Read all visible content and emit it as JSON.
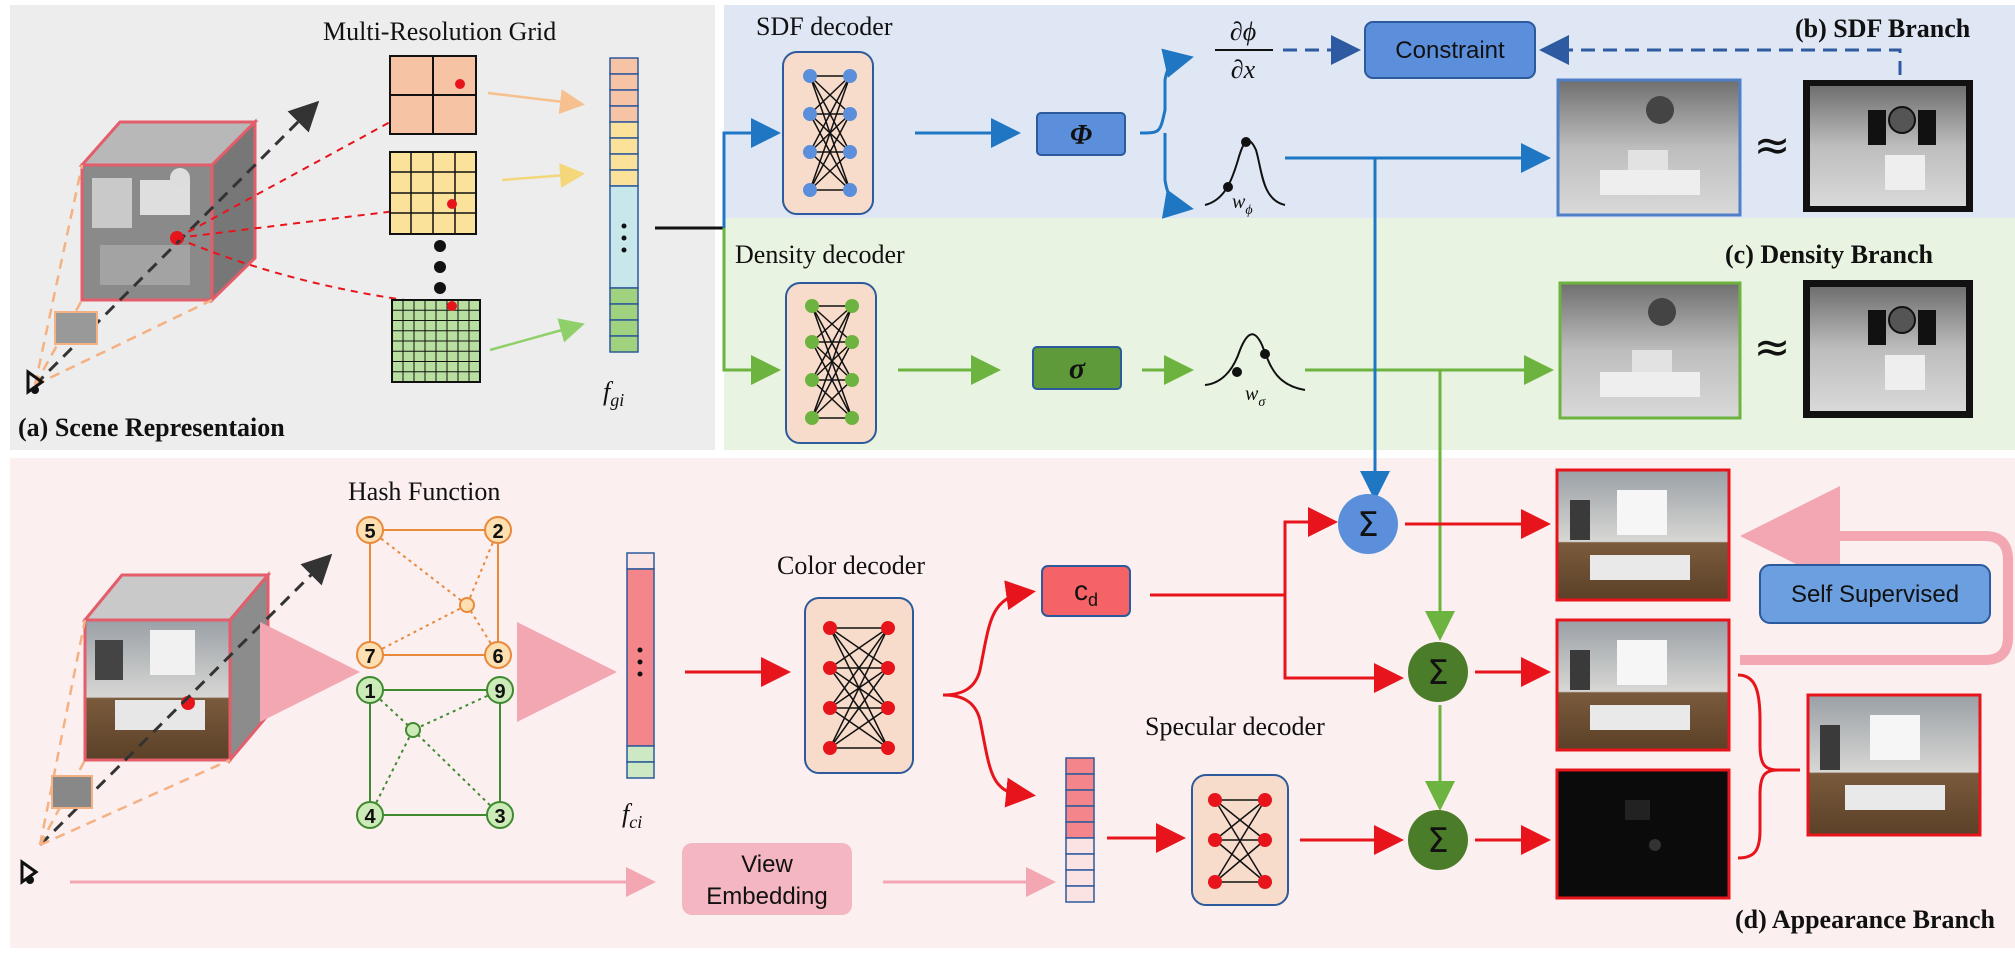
{
  "scene": {
    "grid_title": "Multi-Resolution Grid",
    "caption": "(a) Scene Representaion",
    "feature_label": "f",
    "feature_sub": "gi"
  },
  "sdf": {
    "decoder_label": "SDF decoder",
    "phi": "Φ",
    "grad_num": "∂ϕ",
    "grad_den": "∂x",
    "constraint": "Constraint",
    "caption": "(b) SDF Branch",
    "weight": "w",
    "weight_sub": "ϕ",
    "approx": "≈"
  },
  "density": {
    "decoder_label": "Density decoder",
    "sigma": "σ",
    "caption": "(c) Density Branch",
    "weight": "w",
    "weight_sub": "σ",
    "approx": "≈"
  },
  "appearance": {
    "hash_title": "Hash Function",
    "hash_top_nodes": [
      "5",
      "2",
      "7",
      "6"
    ],
    "hash_bottom_nodes": [
      "1",
      "9",
      "4",
      "3"
    ],
    "feature_label": "f",
    "feature_sub": "ci",
    "color_decoder": "Color decoder",
    "cd": "c",
    "cd_sub": "d",
    "specular_decoder": "Specular decoder",
    "view_embedding_line1": "View",
    "view_embedding_line2": "Embedding",
    "self_supervised": "Self Supervised",
    "sum": "Σ",
    "caption": "(d) Appearance Branch"
  },
  "colors": {
    "sdf_bg": "#dfe7f5",
    "density_bg": "#e9f3e1",
    "appearance_bg": "#fbeff0",
    "scene_bg": "#ededed",
    "blue": "#1f77c4",
    "green": "#6db33f",
    "red": "#e8141c",
    "pink": "#f2a7b3"
  }
}
